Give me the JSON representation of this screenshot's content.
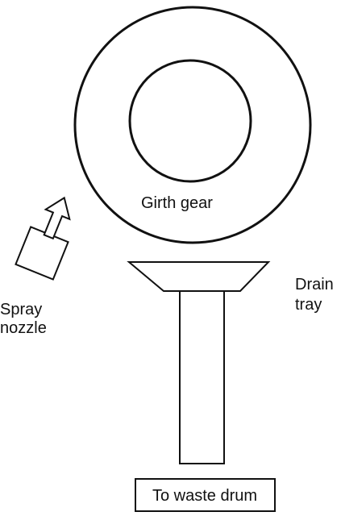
{
  "labels": {
    "girth_gear": "Girth gear",
    "drain_tray_line1": "Drain",
    "drain_tray_line2": "tray",
    "spray_nozzle_line1": "Spray",
    "spray_nozzle_line2": "nozzle",
    "waste_drum": "To waste drum"
  },
  "colors": {
    "stroke": "#111111",
    "background": "#ffffff"
  }
}
